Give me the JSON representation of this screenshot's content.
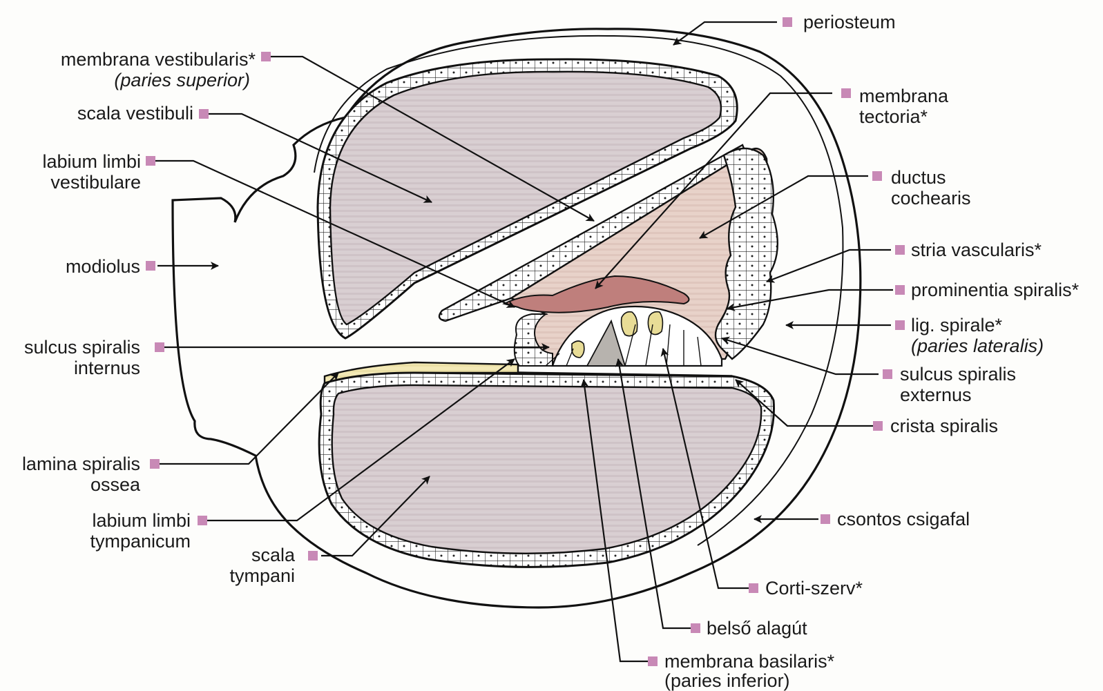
{
  "colors": {
    "bone": "#f3e9b6",
    "bone_stripe": "#ebe0a6",
    "scala": "#d9cfd2",
    "scala_stripe": "#cfc3c7",
    "duct": "#e8d0c6",
    "tectoria": "#bf7f7c",
    "hair_cell": "#e8dc96",
    "tunnel": "#b7b3ae",
    "marker": "#c889b6",
    "stroke": "#111111"
  },
  "labels": {
    "periosteum": "periosteum",
    "membrana_vestibularis": "membrana vestibularis*",
    "membrana_vestibularis_sub": "(paries superior)",
    "scala_vestibuli": "scala vestibuli",
    "membrana_tectoria_1": "membrana",
    "membrana_tectoria_2": "tectoria*",
    "labium_limbi_vestibulare_1": "labium limbi",
    "labium_limbi_vestibulare_2": "vestibulare",
    "ductus_cochlearis_1": "ductus",
    "ductus_cochlearis_2": "cochearis",
    "modiolus": "modiolus",
    "stria_vascularis": "stria vascularis*",
    "prominentia_spiralis": "prominentia spiralis*",
    "lig_spirale": "lig. spirale*",
    "lig_spirale_sub": "(paries lateralis)",
    "sulcus_spiralis_internus_1": "sulcus spiralis",
    "sulcus_spiralis_internus_2": "internus",
    "sulcus_spiralis_externus_1": "sulcus spiralis",
    "sulcus_spiralis_externus_2": "externus",
    "crista_spiralis": "crista spiralis",
    "lamina_spiralis_ossea_1": "lamina spiralis",
    "lamina_spiralis_ossea_2": "ossea",
    "labium_limbi_tympanicum_1": "labium limbi",
    "labium_limbi_tympanicum_2": "tympanicum",
    "csontos_csigafal": "csontos csigafal",
    "scala_tympani_1": "scala",
    "scala_tympani_2": "tympani",
    "corti_szerv": "Corti-szerv*",
    "belso_alagut": "belső alagút",
    "membrana_basilaris": "membrana basilaris*",
    "membrana_basilaris_sub": "(paries inferior)"
  }
}
